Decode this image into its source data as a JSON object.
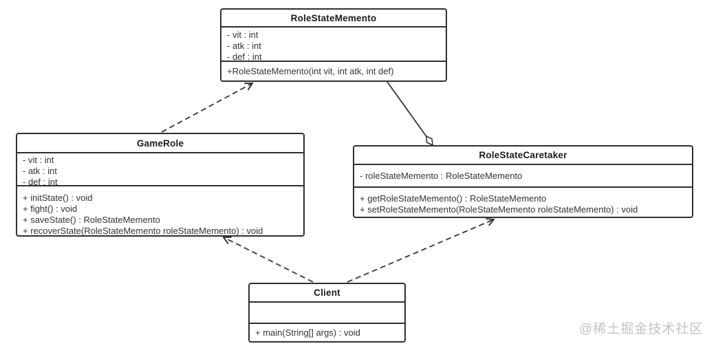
{
  "diagram": {
    "type": "uml-class-diagram",
    "pattern": "memento-pattern",
    "classes": {
      "roleStateMemento": {
        "name": "RoleStateMemento",
        "attributes": [
          "- vit : int",
          "- atk : int",
          "- def : int"
        ],
        "methods": [
          "+RoleStateMemento(int vit, int atk, int def)"
        ]
      },
      "gameRole": {
        "name": "GameRole",
        "attributes": [
          "- vit : int",
          "- atk : int",
          "- def : int"
        ],
        "methods": [
          "+ initState() : void",
          "+ fight() : void",
          "+ saveState() : RoleStateMemento",
          "+ recoverState(RoleStateMemento roleStateMemento) : void"
        ]
      },
      "roleStateCaretaker": {
        "name": "RoleStateCaretaker",
        "attributes": [
          "- roleStateMemento : RoleStateMemento"
        ],
        "methods": [
          "+ getRoleStateMemento() : RoleStateMemento",
          "+ setRoleStateMemento(RoleStateMemento roleStateMemento) : void"
        ]
      },
      "client": {
        "name": "Client",
        "attributes": [],
        "methods": [
          "+ main(String[] args) : void"
        ]
      }
    },
    "relations": [
      {
        "from": "GameRole",
        "to": "RoleStateMemento",
        "type": "dependency",
        "line": "dashed",
        "end": "open-arrow"
      },
      {
        "from": "RoleStateCaretaker",
        "to": "RoleStateMemento",
        "type": "aggregation",
        "line": "solid",
        "end": "hollow-diamond"
      },
      {
        "from": "Client",
        "to": "GameRole",
        "type": "dependency",
        "line": "dashed",
        "end": "open-arrow"
      },
      {
        "from": "Client",
        "to": "RoleStateCaretaker",
        "type": "dependency",
        "line": "dashed",
        "end": "open-arrow"
      }
    ]
  },
  "watermark": {
    "text": "@稀土掘金技术社区"
  },
  "colors": {
    "background": "#ffffff",
    "border": "#2f2f2f",
    "line": "#333333",
    "text": "#333333",
    "watermark": "#c3c3c3"
  }
}
